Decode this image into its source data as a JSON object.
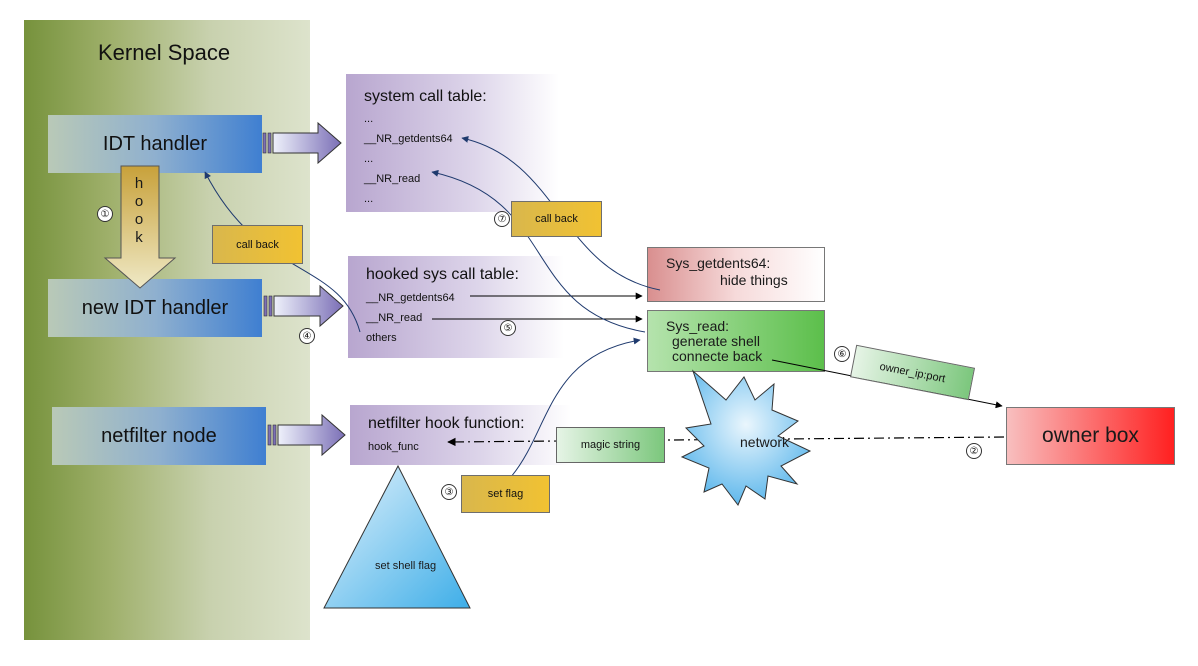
{
  "kernel_space": {
    "title": "Kernel Space"
  },
  "handlers": {
    "idt": "IDT handler",
    "new_idt": "new IDT handler",
    "netfilter_node": "netfilter node",
    "hook_letters": [
      "h",
      "o",
      "o",
      "k"
    ]
  },
  "system_call_table": {
    "title": "system call table:",
    "items": [
      "...",
      "__NR_getdents64",
      "...",
      "__NR_read",
      "..."
    ]
  },
  "hooked_table": {
    "title": "hooked sys call table:",
    "items": [
      "__NR_getdents64",
      "__NR_read",
      "others"
    ]
  },
  "netfilter_func": {
    "title": "netfilter hook function:",
    "item": "hook_func"
  },
  "sys_getdents": {
    "line1": "Sys_getdents64:",
    "line2": "hide things"
  },
  "sys_read": {
    "line1": "Sys_read:",
    "line2": "generate shell",
    "line3": "connecte back"
  },
  "labels": {
    "callback_left": "call back",
    "callback_right": "call back",
    "set_flag": "set flag",
    "magic_string": "magic string",
    "owner_ip": "owner_ip:port",
    "network": "network",
    "owner_box": "owner box",
    "set_shell_flag": "set shell flag"
  },
  "steps": [
    "①",
    "②",
    "③",
    "④",
    "⑤",
    "⑥",
    "⑦"
  ],
  "colors": {
    "kernel_panel": "#8aa052",
    "handler_blue": "#3f7fd1",
    "table_purple": "#b8a6cf",
    "callback_yellow": "#e6bf3e",
    "getdents_red": "#e5a3a3",
    "sys_read_green": "#5cbf4b",
    "owner_red": "#ff0000",
    "network_blue": "#9fd4f5"
  }
}
